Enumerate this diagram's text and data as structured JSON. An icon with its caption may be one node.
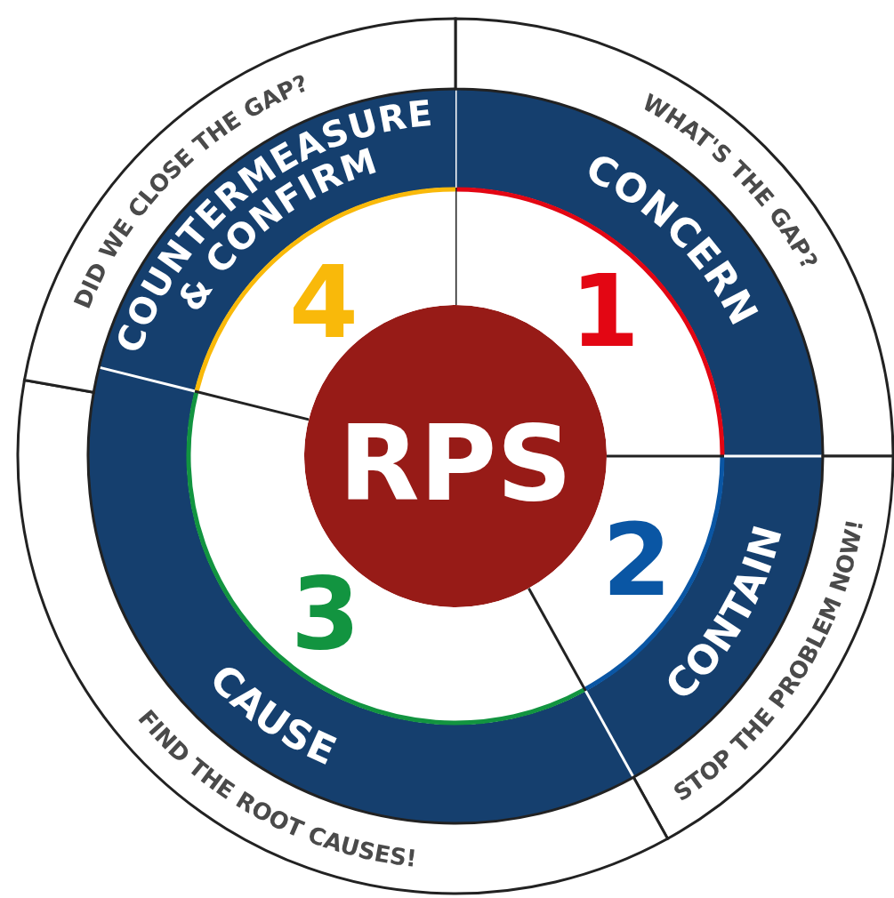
{
  "diagram": {
    "nodes": [
      {
        "text": [
          "RPS"
        ]
      },
      {
        "text": [
          "1",
          "CONCERN"
        ]
      },
      {
        "text": [
          "2",
          "CONTAIN"
        ]
      },
      {
        "text": [
          "3",
          "CAUSE"
        ]
      },
      {
        "text": [
          "4",
          "COUNTERMEASURE & CONFIRM"
        ]
      },
      {
        "text": [
          "WHAT'S THE GAP?"
        ]
      },
      {
        "text": [
          "STOP THE PROBLEM NOW!"
        ]
      },
      {
        "text": [
          "FIND THE ROOT CAUSES!"
        ]
      },
      {
        "text": [
          "DID WE CLOSE THE GAP?"
        ]
      }
    ]
  }
}
